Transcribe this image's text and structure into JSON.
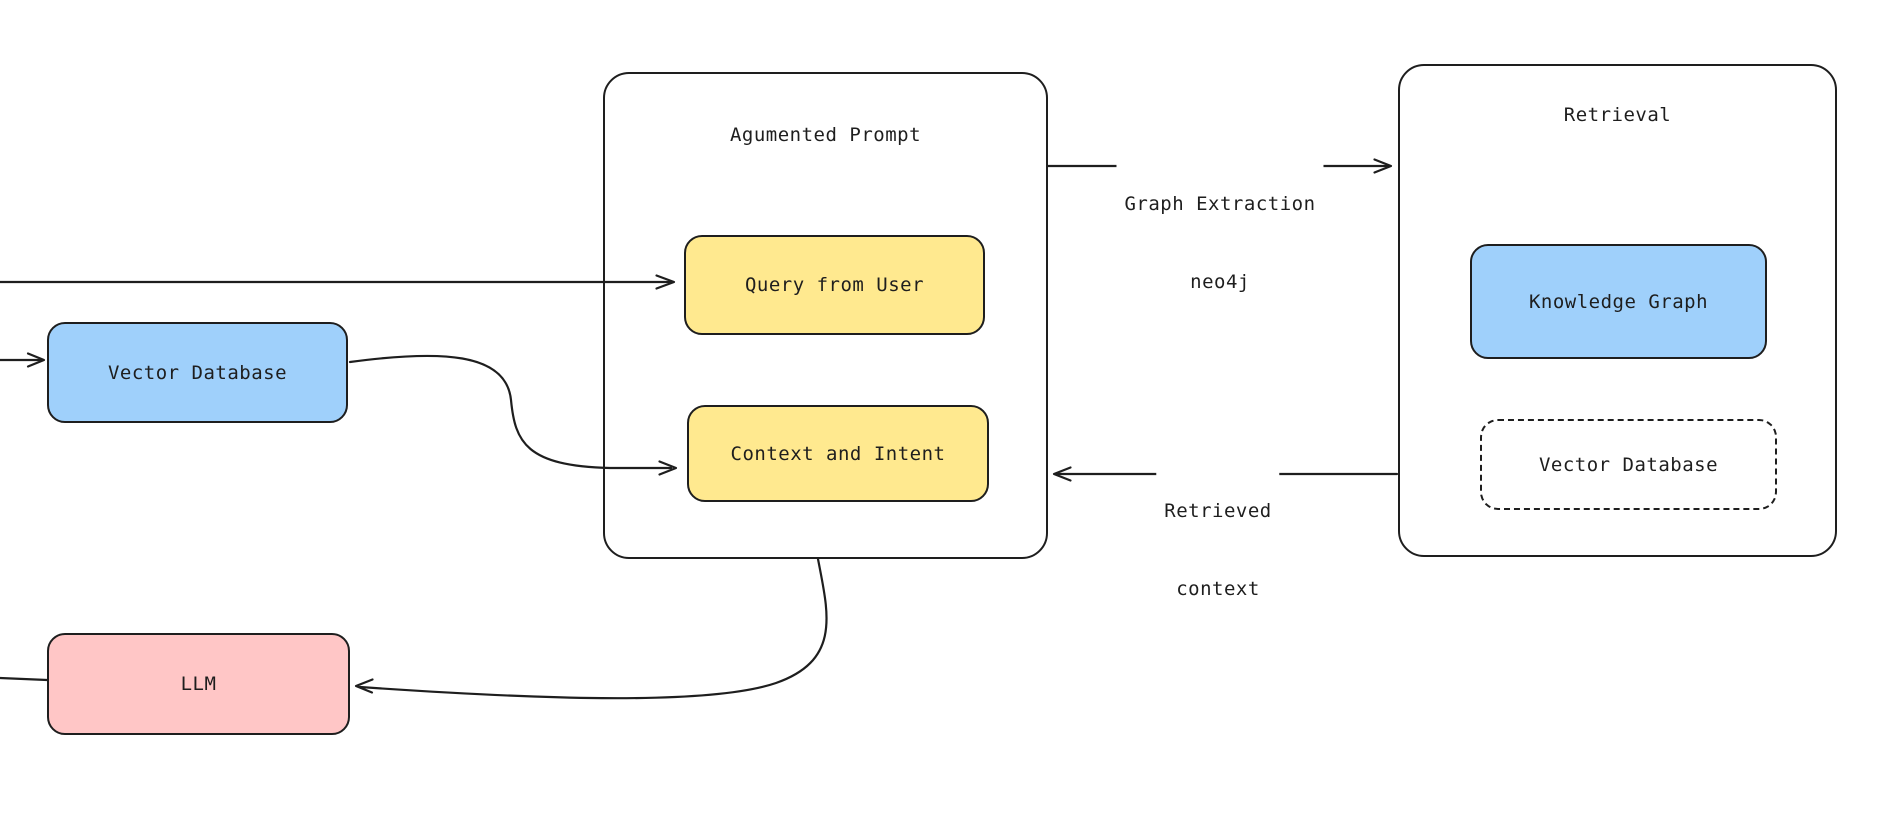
{
  "diagram": {
    "background": "#ffffff",
    "stroke_color": "#1e1e1e",
    "colors": {
      "yellow": "#ffe98f",
      "blue": "#9fd0fb",
      "pink": "#ffc6c6",
      "label_background": "#ffffff"
    },
    "containers": [
      {
        "title": "Agumented Prompt"
      },
      {
        "title": "Retrieval"
      }
    ],
    "nodes": [
      {
        "label": "Query from User",
        "fill": "#ffe98f",
        "border": "solid"
      },
      {
        "label": "Context and Intent",
        "fill": "#ffe98f",
        "border": "solid"
      },
      {
        "label": "Knowledge Graph",
        "fill": "#9fd0fb",
        "border": "solid"
      },
      {
        "label": "Vector Database",
        "fill": "none",
        "border": "dashed"
      },
      {
        "label": "Vector Database",
        "fill": "#9fd0fb",
        "border": "solid"
      },
      {
        "label": "LLM",
        "fill": "#ffc6c6",
        "border": "solid"
      }
    ],
    "edge_labels": [
      {
        "line1": "Graph Extraction",
        "line2": "neo4j"
      },
      {
        "line1": "Retrieved",
        "line2": "context"
      }
    ]
  }
}
